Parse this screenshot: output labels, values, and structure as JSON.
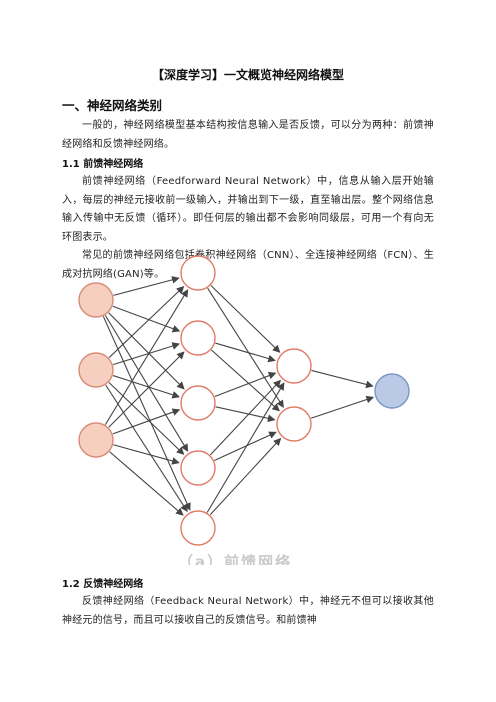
{
  "title": "【深度学习】一文概览神经网络模型",
  "section1": {
    "heading": "一、神经网络类别",
    "intro": "一般的，神经网络模型基本结构按信息输入是否反馈，可以分为两种：前馈神经网络和反馈神经网络。"
  },
  "section1_1": {
    "heading": "1.1 前馈神经网络",
    "para1": "前馈神经网络（Feedforward Neural Network）中，信息从输入层开始输入，每层的神经元接收前一级输入，并输出到下一级，直至输出层。整个网络信息输入传输中无反馈（循环）。即任何层的输出都不会影响同级层，可用一个有向无环图表示。",
    "para2": "常见的前馈神经网络包括卷积神经网络（CNN）、全连接神经网络（FCN）、生成对抗网络(GAN)等。"
  },
  "figure": {
    "caption": "（a）前馈网络",
    "colors": {
      "input_fill": "#f6cfc0",
      "input_stroke": "#d98a75",
      "hidden_fill": "#ffffff",
      "hidden_stroke": "#e07a66",
      "output_fill": "#b9c9e6",
      "output_stroke": "#7d96c6",
      "edge": "#444444"
    }
  },
  "section1_2": {
    "heading": "1.2 反馈神经网络",
    "para1": "反馈神经网络（Feedback Neural Network）中，神经元不但可以接收其他神经元的信号，而且可以接收自己的反馈信号。和前馈神"
  }
}
